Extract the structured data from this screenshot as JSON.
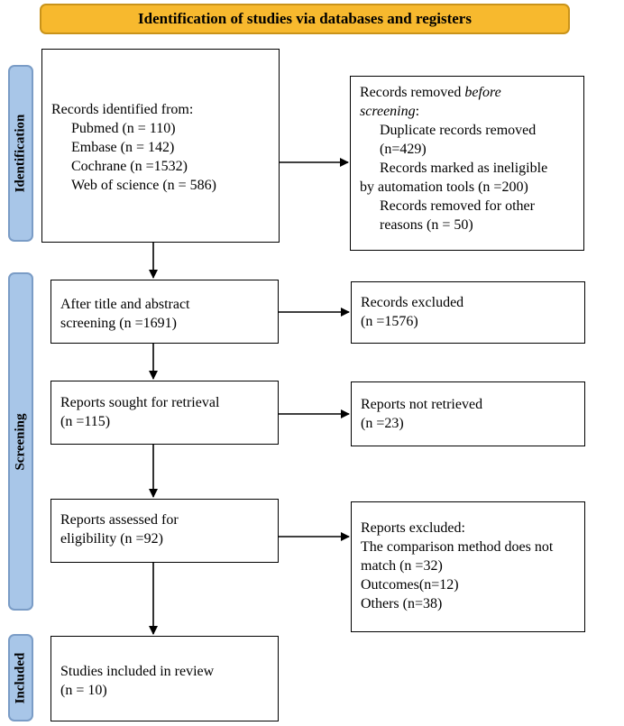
{
  "banner": "Identification of studies via databases and registers",
  "sides": {
    "identification": "Identification",
    "screening": "Screening",
    "included": "Included"
  },
  "identified": {
    "head": "Records identified from:",
    "items": [
      "Pubmed (n = 110)",
      "Embase (n = 142)",
      "Cochrane (n =1532)",
      "Web of science (n = 586)"
    ]
  },
  "removed": {
    "head_pre": "Records removed ",
    "head_em": "before",
    "head_post": "screening",
    "colon": ":",
    "l1": "Duplicate records removed",
    "l2": "(n=429)",
    "l3": "Records marked as ineligible",
    "l4": "by automation tools (n =200)",
    "l5": "Records removed for other",
    "l6": "reasons (n = 50)"
  },
  "after_title": {
    "l1": "After title and abstract",
    "l2": "screening (n =1691)"
  },
  "excluded": {
    "l1": "Records excluded",
    "l2": "(n =1576)"
  },
  "sought": {
    "l1": "Reports sought for retrieval",
    "l2": "(n =115)"
  },
  "not_retrieved": {
    "l1": "Reports not retrieved",
    "l2": "(n =23)"
  },
  "assessed": {
    "l1": "Reports assessed for",
    "l2": "eligibility (n =92)"
  },
  "reports_excluded": {
    "l1": "Reports excluded:",
    "l2": "The comparison method does not",
    "l3": "match (n =32)",
    "l4": "Outcomes(n=12)",
    "l5": "Others (n=38)"
  },
  "included": {
    "l1": "Studies included in review",
    "l2": "(n = 10)"
  }
}
